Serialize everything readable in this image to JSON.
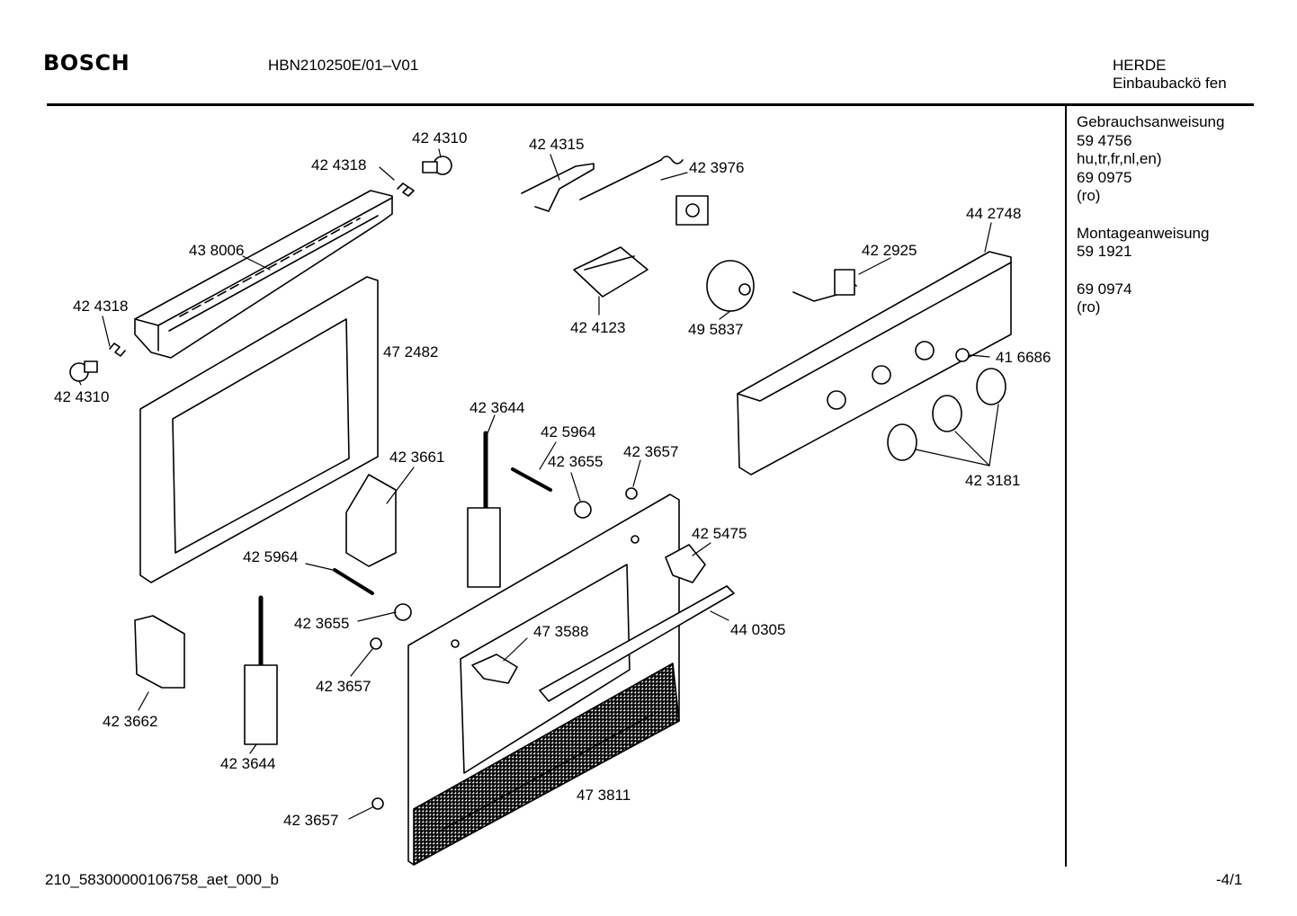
{
  "header": {
    "brand": "BOSCH",
    "model": "HBN210250E/01–V01",
    "category_line1": "HERDE",
    "category_line2": "Einbaubackö fen"
  },
  "sidebar": {
    "gebrauch_title": "Gebrauchsanweisung",
    "gebrauch_num1": "59 4756",
    "gebrauch_lang1": "hu,tr,fr,nl,en)",
    "gebrauch_num2": "69 0975",
    "gebrauch_lang2": "(ro)",
    "montage_title": "Montageanweisung",
    "montage_num1": "59 1921",
    "montage_num2": "69 0974",
    "montage_lang2": "(ro)"
  },
  "footer": {
    "doc_id": "210_58300000106758_aet_000_b",
    "page": "-4/1"
  },
  "parts": {
    "p424310_top": "42 4310",
    "p424318_top": "42 4318",
    "p424315": "42 4315",
    "p423976": "42 3976",
    "p438006": "43 8006",
    "p424318_left": "42 4318",
    "p424310_left": "42 4310",
    "p472482": "47 2482",
    "p424123": "42 4123",
    "p495837": "49 5837",
    "p422925": "42 2925",
    "p442748": "44 2748",
    "p416686": "41 6686",
    "p423181": "42 3181",
    "p423644_top": "42 3644",
    "p425964_top": "42 5964",
    "p423655_top": "42 3655",
    "p423657_top": "42 3657",
    "p423661": "42 3661",
    "p425475": "42 5475",
    "p425964_mid": "42 5964",
    "p423655_mid": "42 3655",
    "p440305": "44 0305",
    "p473588": "47 3588",
    "p423657_mid": "42 3657",
    "p423662": "42 3662",
    "p423644_bot": "42 3644",
    "p473811": "47 3811",
    "p423657_bot": "42 3657"
  }
}
